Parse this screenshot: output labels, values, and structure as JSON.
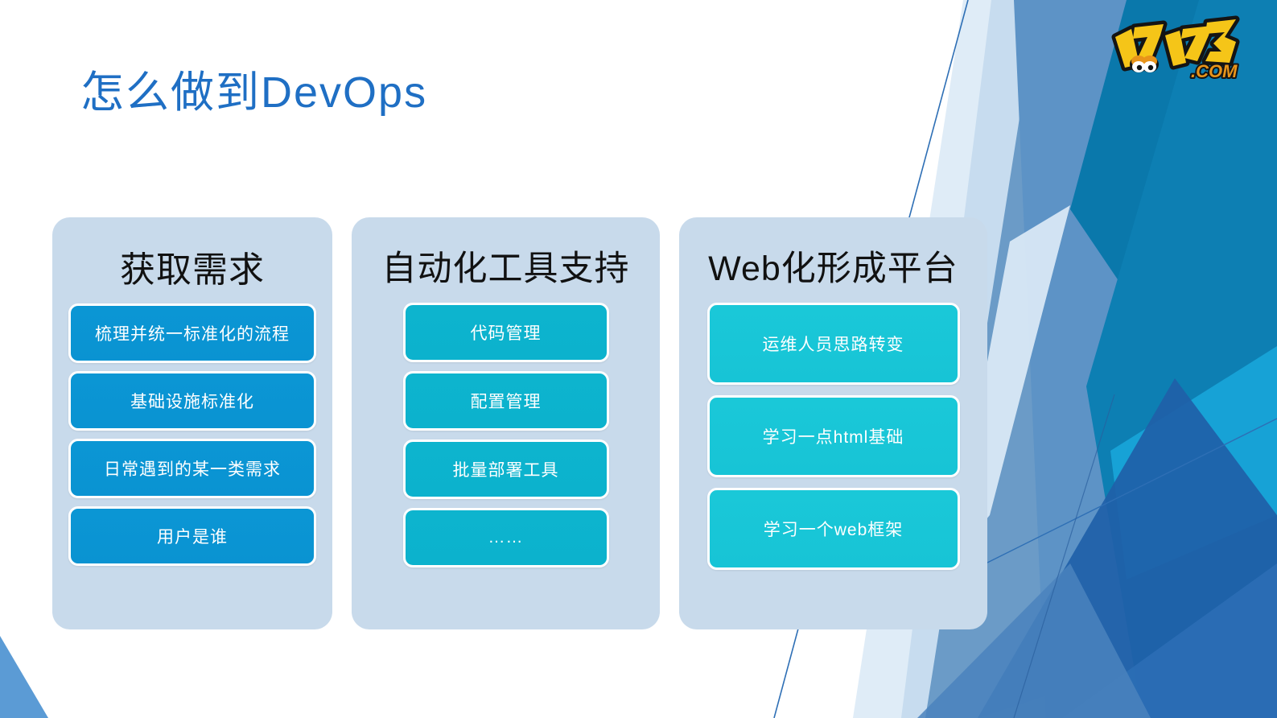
{
  "slide": {
    "title": "怎么做到DevOps",
    "title_color": "#1f6fc4",
    "background_color": "#ffffff"
  },
  "logo": {
    "name": "17173-logo",
    "text": "17173",
    "suffix": ".COM",
    "fill_color": "#f5c518",
    "outline_color": "#1a1a1a",
    "suffix_color": "#e8941a"
  },
  "columns": [
    {
      "title": "获取需求",
      "panel_color": "#c8daeb",
      "item_color": "#0b96d4",
      "items": [
        "梳理并统一标准化的流程",
        "基础设施标准化",
        "日常遇到的某一类需求",
        "用户是谁"
      ]
    },
    {
      "title": "自动化工具支持",
      "panel_color": "#c8daeb",
      "item_color": "#0db4ce",
      "items": [
        "代码管理",
        "配置管理",
        "批量部署工具",
        "……"
      ]
    },
    {
      "title": "Web化形成平台",
      "panel_color": "#c8daeb",
      "item_color": "#1ac8d8",
      "items": [
        "运维人员思路转变",
        "学习一点html基础",
        "学习一个web框架"
      ]
    }
  ],
  "decoration": {
    "name": "angular-blue-polygon-background",
    "palette": {
      "light_blue": "#c7dcef",
      "pale_blue": "#dfecf7",
      "medium_blue": "#6b9bc7",
      "steel_blue": "#5b9bd5",
      "teal_blue": "#0a78ab",
      "deep_blue": "#1f5fa8",
      "bright_cyan": "#17a2d6",
      "line_blue": "#2e6fb5"
    }
  }
}
